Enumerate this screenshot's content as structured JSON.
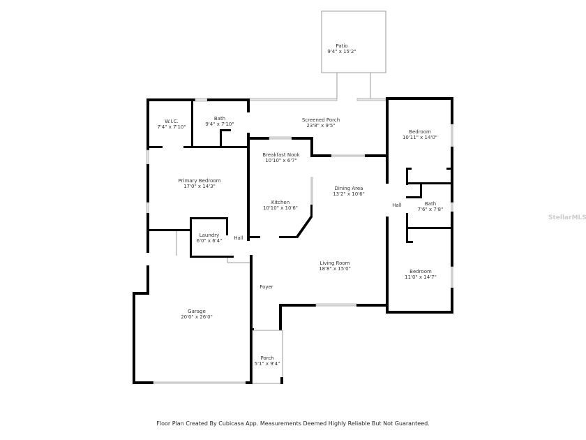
{
  "rooms": {
    "patio": {
      "name": "Patio",
      "dims": "9'4\" x 15'2\""
    },
    "wic": {
      "name": "W.I.C.",
      "dims": "7'4\" x 7'10\""
    },
    "primary_bath": {
      "name": "Bath",
      "dims": "9'4\" x 7'10\""
    },
    "screened_porch": {
      "name": "Screened Porch",
      "dims": "23'8\" x 9'5\""
    },
    "bedroom_1": {
      "name": "Bedroom",
      "dims": "10'11\" x 14'0\""
    },
    "breakfast_nook": {
      "name": "Breakfast Nook",
      "dims": "10'10\" x 6'7\""
    },
    "primary_bedroom": {
      "name": "Primary Bedroom",
      "dims": "17'0\" x 14'3\""
    },
    "kitchen": {
      "name": "Kitchen",
      "dims": "10'10\" x 10'6\""
    },
    "dining_area": {
      "name": "Dining Area",
      "dims": "13'2\" x 10'6\""
    },
    "hall_right": {
      "name": "Hall"
    },
    "bath_2": {
      "name": "Bath",
      "dims": "7'6\" x 7'8\""
    },
    "laundry": {
      "name": "Laundry",
      "dims": "6'0\" x 6'4\""
    },
    "hall_left": {
      "name": "Hall"
    },
    "living_room": {
      "name": "Living Room",
      "dims": "18'8\" x 15'0\""
    },
    "bedroom_2": {
      "name": "Bedroom",
      "dims": "11'0\" x 14'7\""
    },
    "foyer": {
      "name": "Foyer"
    },
    "garage": {
      "name": "Garage",
      "dims": "20'0\" x 26'0\""
    },
    "porch": {
      "name": "Porch",
      "dims": "5'1\" x 9'4\""
    }
  },
  "footer": "Floor Plan Created By Cubicasa App. Measurements Deemed Highly Reliable But Not Guaranteed.",
  "watermark": "StellarMLS"
}
